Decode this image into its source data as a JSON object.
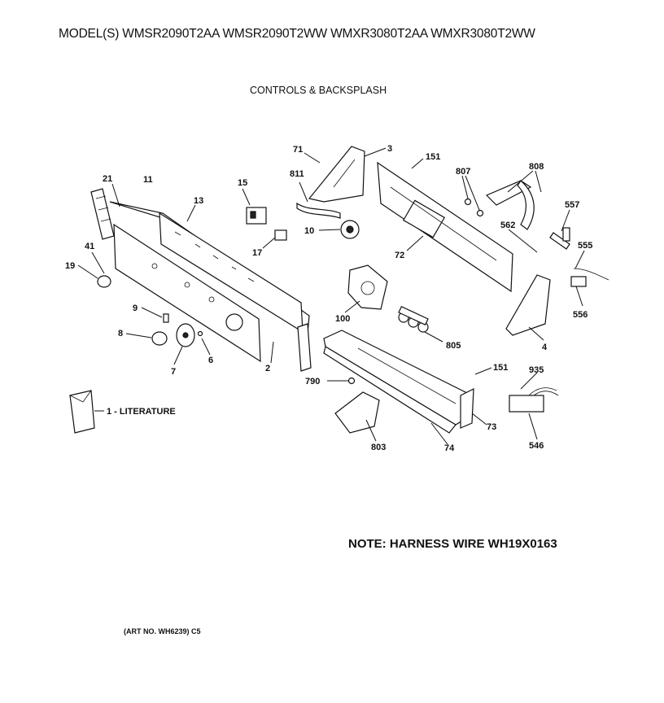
{
  "header": {
    "models": "MODEL(S) WMSR2090T2AA  WMSR2090T2WW  WMXR3080T2AA  WMXR3080T2WW",
    "section": "CONTROLS & BACKSPLASH"
  },
  "callouts": [
    {
      "id": "c71",
      "label": "71"
    },
    {
      "id": "c3",
      "label": "3"
    },
    {
      "id": "c151a",
      "label": "151"
    },
    {
      "id": "c807",
      "label": "807"
    },
    {
      "id": "c808",
      "label": "808"
    },
    {
      "id": "c21",
      "label": "21"
    },
    {
      "id": "c11",
      "label": "11"
    },
    {
      "id": "c811",
      "label": "811"
    },
    {
      "id": "c15",
      "label": "15"
    },
    {
      "id": "c13",
      "label": "13"
    },
    {
      "id": "c557",
      "label": "557"
    },
    {
      "id": "c562",
      "label": "562"
    },
    {
      "id": "c10",
      "label": "10"
    },
    {
      "id": "c17",
      "label": "17"
    },
    {
      "id": "c72",
      "label": "72"
    },
    {
      "id": "c555",
      "label": "555"
    },
    {
      "id": "c41",
      "label": "41"
    },
    {
      "id": "c19",
      "label": "19"
    },
    {
      "id": "c556",
      "label": "556"
    },
    {
      "id": "c100",
      "label": "100"
    },
    {
      "id": "c9",
      "label": "9"
    },
    {
      "id": "c805",
      "label": "805"
    },
    {
      "id": "c4",
      "label": "4"
    },
    {
      "id": "c8",
      "label": "8"
    },
    {
      "id": "c6",
      "label": "6"
    },
    {
      "id": "c2",
      "label": "2"
    },
    {
      "id": "c7",
      "label": "7"
    },
    {
      "id": "c151b",
      "label": "151"
    },
    {
      "id": "c935",
      "label": "935"
    },
    {
      "id": "c790",
      "label": "790"
    },
    {
      "id": "c73",
      "label": "73"
    },
    {
      "id": "c803",
      "label": "803"
    },
    {
      "id": "c74",
      "label": "74"
    },
    {
      "id": "c546",
      "label": "546"
    },
    {
      "id": "c1",
      "label": "1 - LITERATURE"
    }
  ],
  "note": "NOTE: HARNESS WIRE WH19X0163",
  "art_number": "(ART NO. WH6239) C5"
}
